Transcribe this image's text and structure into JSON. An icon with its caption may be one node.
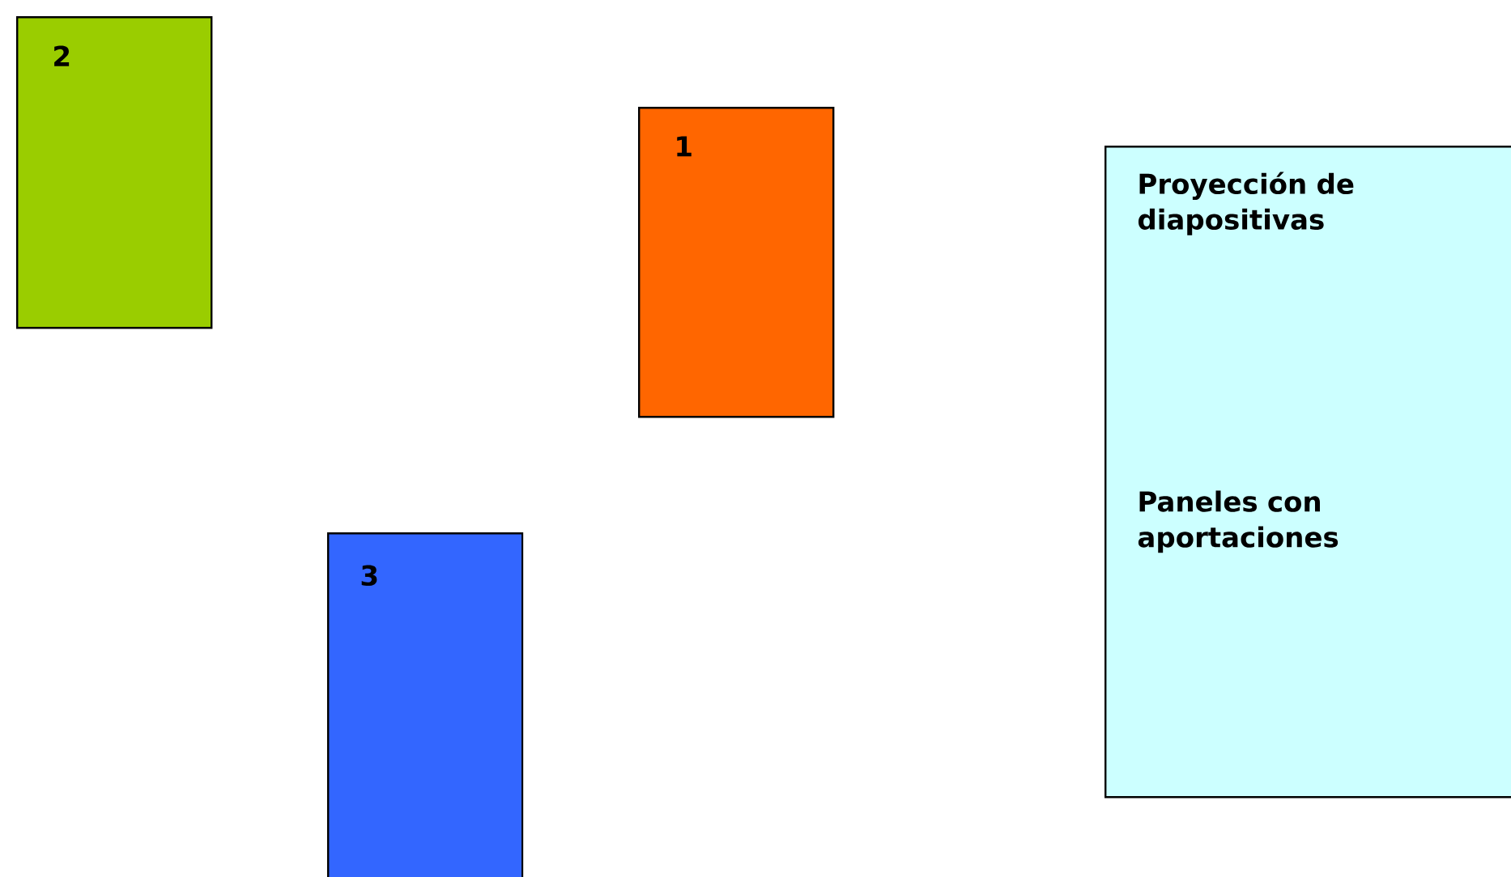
{
  "diagram": {
    "nodes": [
      {
        "text": [
          "2"
        ]
      },
      {
        "text": [
          "1"
        ]
      },
      {
        "text": [
          "Proyección de diapositivas",
          "Paneles con aportaciones"
        ]
      },
      {
        "text": [
          "3"
        ]
      }
    ]
  }
}
